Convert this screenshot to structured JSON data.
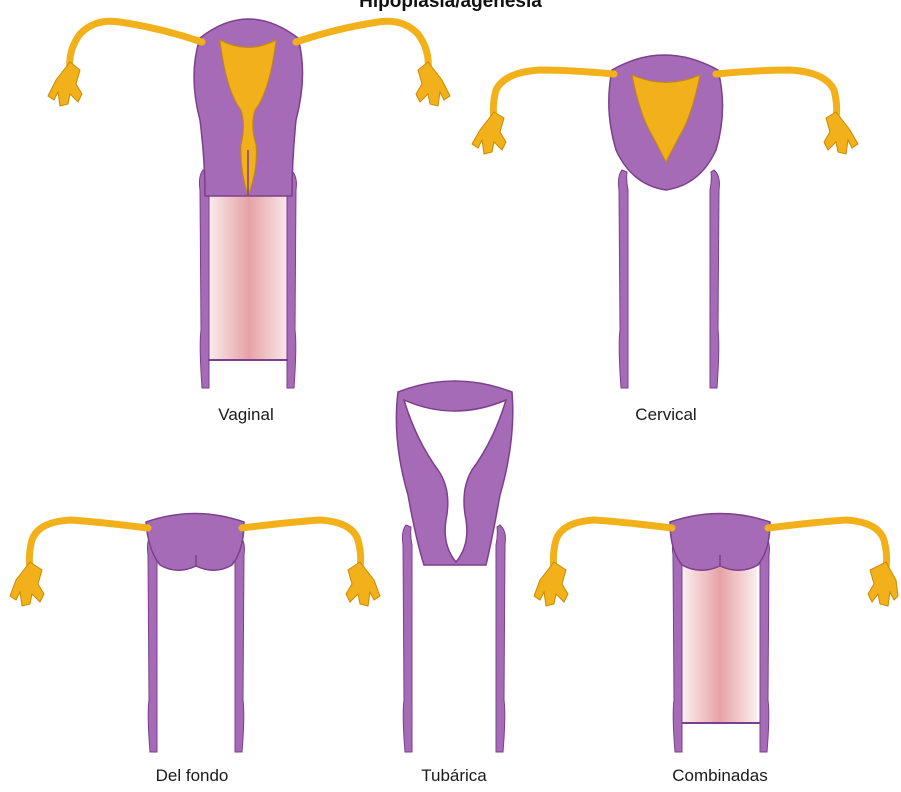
{
  "title": "Hipoplasia/agenesia",
  "colors": {
    "uterus": "#a66bb6",
    "uterus_outline": "#7b3f8c",
    "tube": "#f2b11b",
    "tube_outline": "#c88a00",
    "vagina_lumen": "#e8a4a8"
  },
  "labels": {
    "vaginal": "Vaginal",
    "cervical": "Cervical",
    "fundal": "Del fondo",
    "tubal": "Tubárica",
    "combined": "Combinadas"
  }
}
